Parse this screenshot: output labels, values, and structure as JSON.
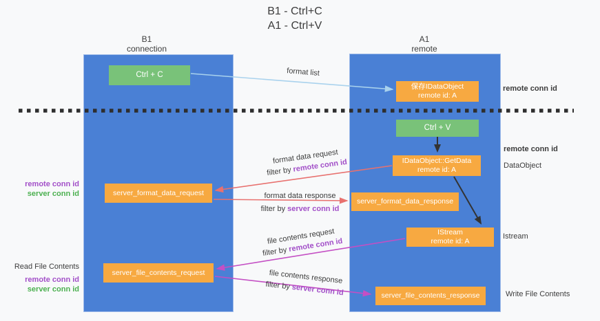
{
  "title": {
    "line1": "B1 - Ctrl+C",
    "line2": "A1 - Ctrl+V"
  },
  "columns": {
    "left": {
      "name": "B1",
      "subtitle": "connection"
    },
    "right": {
      "name": "A1",
      "subtitle": "remote"
    }
  },
  "boxes": {
    "ctrl_c": "Ctrl + C",
    "ctrl_v": "Ctrl + V",
    "save_idataobject": {
      "line1": "保存IDataObject",
      "line2": "remote id: A"
    },
    "getdata": {
      "line1": "IDataObject::GetData",
      "line2": "remote id: A"
    },
    "istream": {
      "line1": "IStream",
      "line2": "remote id: A"
    },
    "format_request": "server_format_data_request",
    "format_response": "server_format_data_response",
    "file_request": "server_file_contents_request",
    "file_response": "server_file_contents_response"
  },
  "right_labels": {
    "remote_conn_id_top": "remote conn id",
    "remote_conn_id_mid": "remote conn id",
    "dataobject": "DataObject",
    "istream": "Istream",
    "write_file_contents": "Write File Contents"
  },
  "left_labels": {
    "format_remote": "remote conn id",
    "format_server": "server conn id",
    "read_file_contents": "Read File Contents",
    "file_remote": "remote conn id",
    "file_server": "server conn id"
  },
  "arrows": {
    "format_list": {
      "label": "format list"
    },
    "format_request": {
      "label": "format data request",
      "filter_prefix": "filter by ",
      "filter_key": "remote conn id"
    },
    "format_response": {
      "label": "format data response",
      "filter_prefix": "filter by ",
      "filter_key": "server conn id"
    },
    "file_request": {
      "label": "file contents request",
      "filter_prefix": "filter by ",
      "filter_key": "remote conn id"
    },
    "file_response": {
      "label": "file contents response",
      "filter_prefix": "filter by ",
      "filter_key": "server conn id"
    }
  },
  "colors": {
    "background": "#f8f9fa",
    "column_blue": "#4a80d5",
    "box_green": "#79c279",
    "box_orange": "#f7a941",
    "arrow_light_blue": "#a9d2ed",
    "arrow_red": "#e8716f",
    "arrow_magenta": "#c44fc4",
    "arrow_black": "#333333",
    "label_purple": "#a24fc8",
    "label_green": "#4cb050",
    "text_dark": "#3c3c3c"
  }
}
